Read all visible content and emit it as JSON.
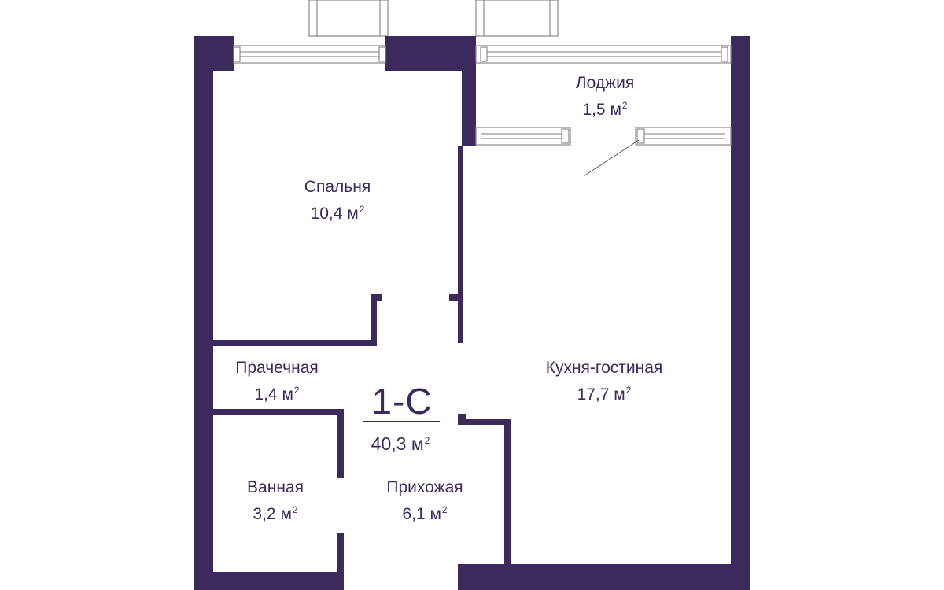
{
  "apartment": {
    "code": "1-С",
    "total_area": "40,3 м",
    "unit_sup": "2"
  },
  "rooms": {
    "loggia": {
      "name": "Лоджия",
      "area": "1,5 м",
      "sup": "2"
    },
    "bedroom": {
      "name": "Спальня",
      "area": "10,4 м",
      "sup": "2"
    },
    "laundry": {
      "name": "Прачечная",
      "area": "1,4 м",
      "sup": "2"
    },
    "kitchen_living": {
      "name": "Кухня-гостиная",
      "area": "17,7 м",
      "sup": "2"
    },
    "bathroom": {
      "name": "Ванная",
      "area": "3,2 м",
      "sup": "2"
    },
    "hallway": {
      "name": "Прихожая",
      "area": "6,1 м",
      "sup": "2"
    }
  },
  "colors": {
    "wall": "#3d2a5c",
    "text": "#3d2a5c",
    "background": "#ffffff"
  }
}
